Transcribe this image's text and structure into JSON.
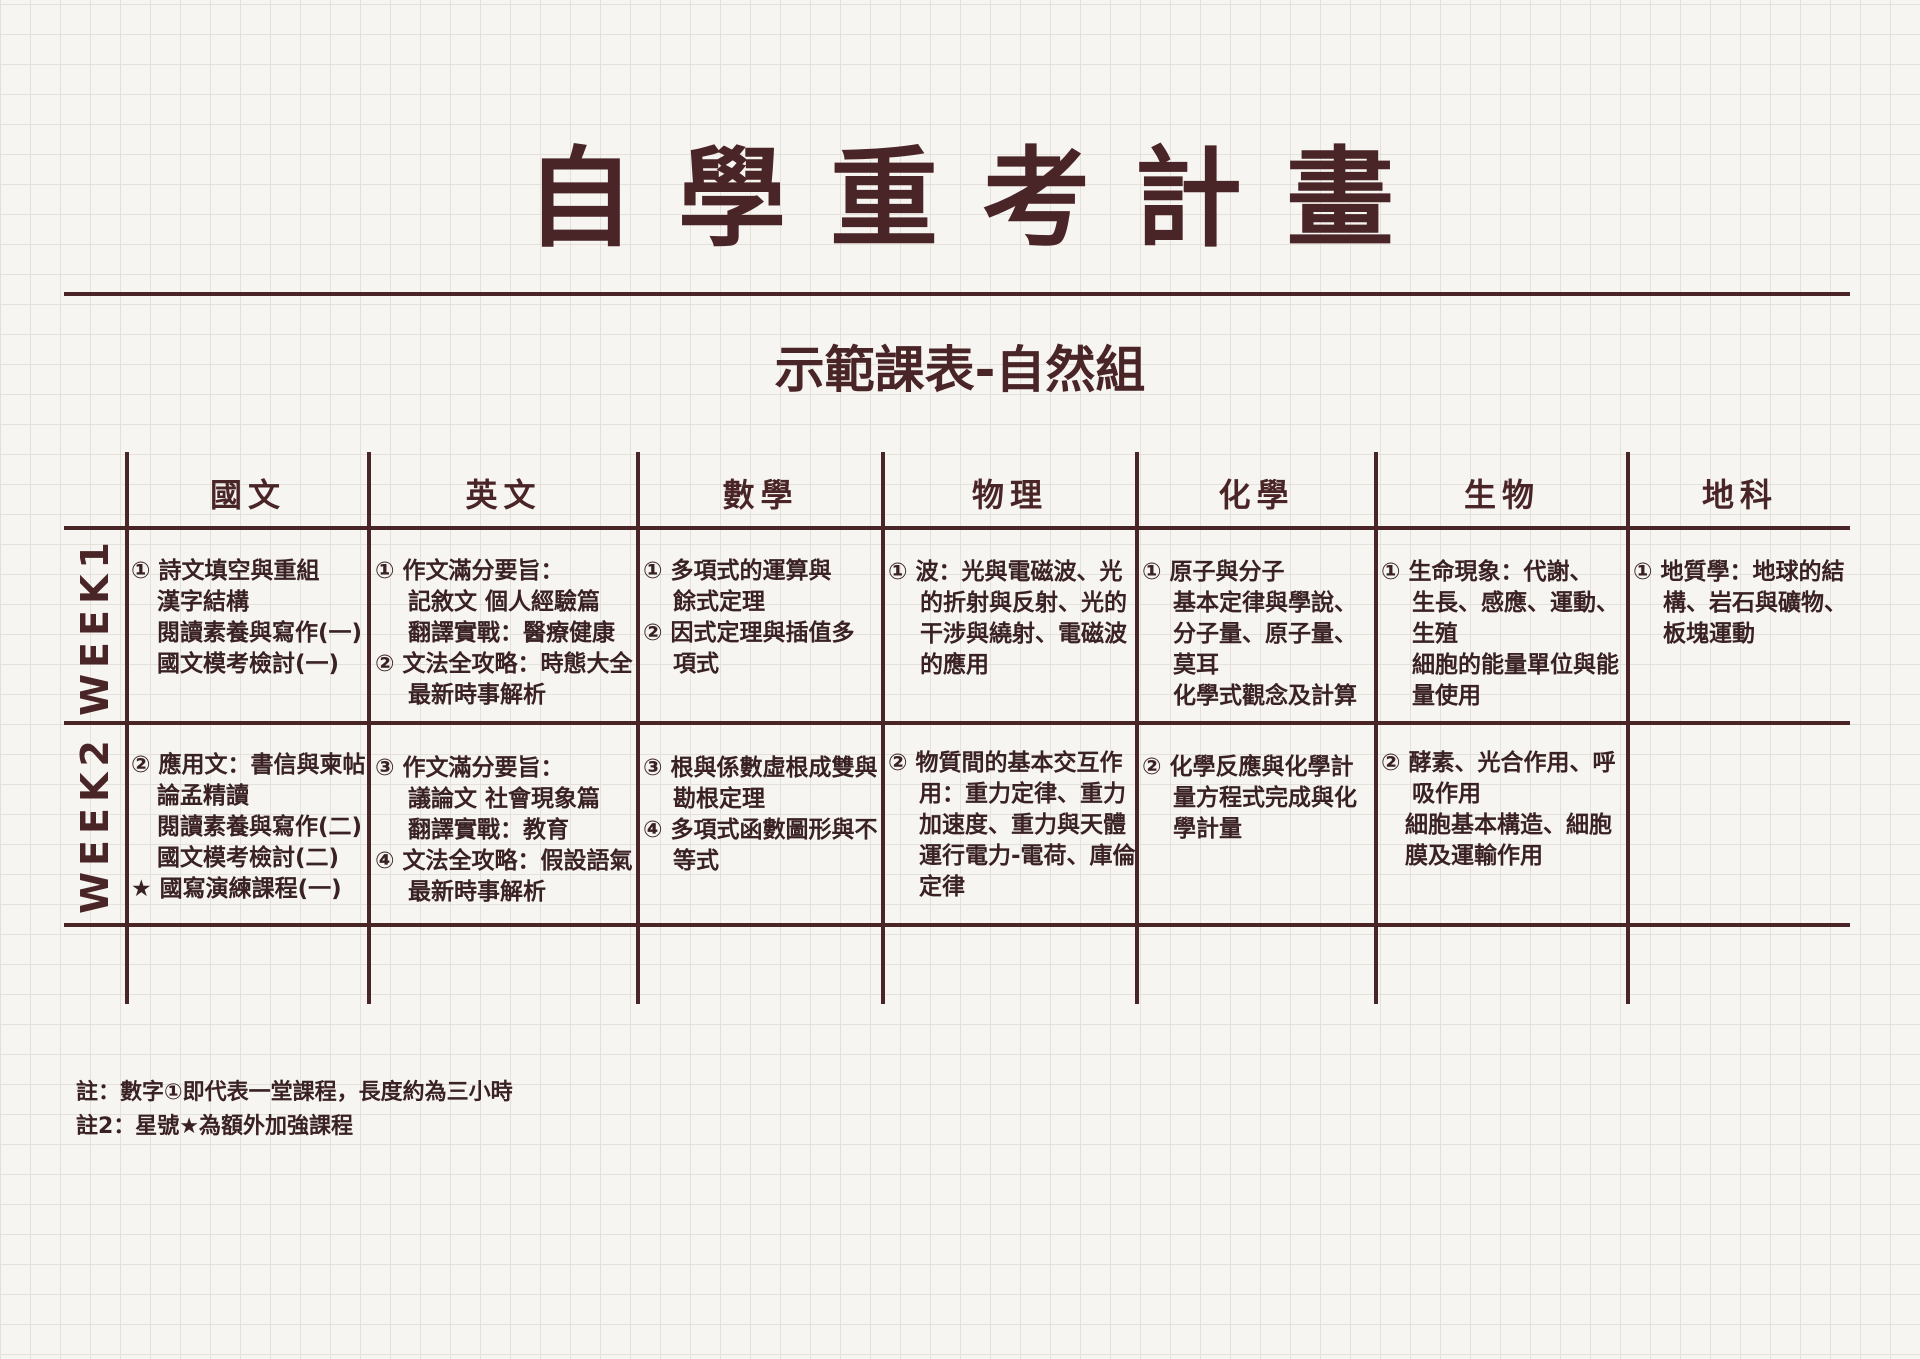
{
  "title": "自學重考計畫",
  "subtitle": "示範課表-自然組",
  "subjects": [
    "國文",
    "英文",
    "數學",
    "物理",
    "化學",
    "生物",
    "地科"
  ],
  "weeks": [
    {
      "label": "WEEK1",
      "cells": [
        [
          "① 詩文填空與重組",
          "漢字結構",
          "閱讀素養與寫作(一)",
          "國文模考檢討(一)"
        ],
        [
          "① 作文滿分要旨：",
          "記敘文 個人經驗篇",
          "翻譯實戰：醫療健康",
          "② 文法全攻略：時態大全",
          "最新時事解析"
        ],
        [
          "① 多項式的運算與",
          "餘式定理",
          "② 因式定理與插值多",
          "項式"
        ],
        [
          "① 波：光與電磁波、光",
          "的折射與反射、光的",
          "干涉與繞射、電磁波",
          "的應用"
        ],
        [
          "① 原子與分子",
          "基本定律與學說、",
          "分子量、原子量、",
          "莫耳",
          "化學式觀念及計算"
        ],
        [
          "① 生命現象：代謝、",
          "生長、感應、運動、",
          "生殖",
          "細胞的能量單位與能",
          "量使用"
        ],
        [
          "① 地質學：地球的結",
          "構、岩石與礦物、",
          "板塊運動"
        ]
      ]
    },
    {
      "label": "WEEK2",
      "cells": [
        [
          "② 應用文：書信與柬帖",
          "論孟精讀",
          "閱讀素養與寫作(二)",
          "國文模考檢討(二)",
          "★ 國寫演練課程(一)"
        ],
        [
          "③ 作文滿分要旨：",
          "議論文 社會現象篇",
          "翻譯實戰：教育",
          "④ 文法全攻略：假設語氣",
          "最新時事解析"
        ],
        [
          "③ 根與係數虛根成雙與",
          "勘根定理",
          "④ 多項式函數圖形與不",
          "等式"
        ],
        [
          "② 物質間的基本交互作",
          "用：重力定律、重力",
          "加速度、重力與天體",
          "運行電力-電荷、庫倫",
          "定律"
        ],
        [
          "② 化學反應與化學計",
          "量方程式完成與化",
          "學計量"
        ],
        [
          "② 酵素、光合作用、呼",
          "吸作用",
          "細胞基本構造、細胞",
          "膜及運輸作用"
        ],
        []
      ]
    }
  ],
  "notes": [
    "註：數字①即代表一堂課程，長度約為三小時",
    "註2：星號★為額外加強課程"
  ]
}
